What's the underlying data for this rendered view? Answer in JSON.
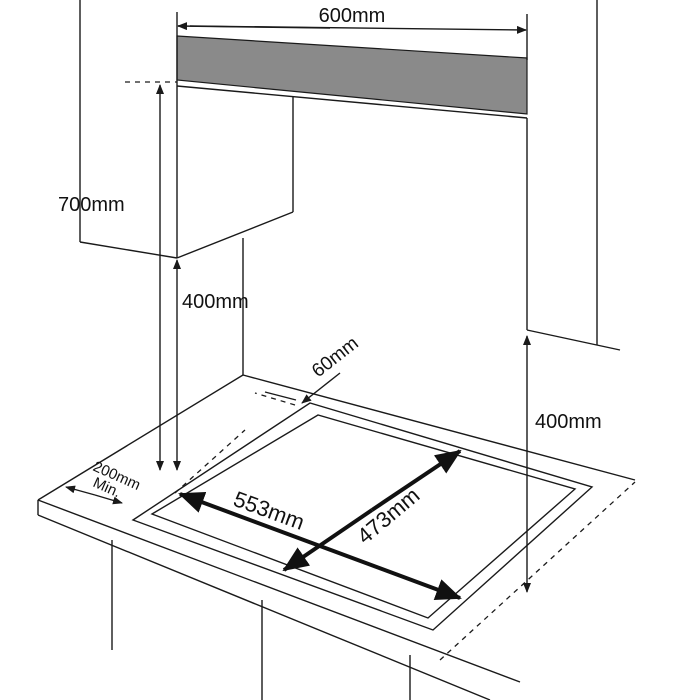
{
  "labels": {
    "hood_width": "600mm",
    "hood_height": "700mm",
    "cabinet_clearance": "400mm",
    "back_clearance": "60mm",
    "side_clearance": "400mm",
    "front_clearance": "200mm",
    "front_clearance_note": "Min.",
    "cutout_width": "553mm",
    "cutout_depth": "473mm"
  },
  "colors": {
    "hood": "#8a8a8a",
    "line": "#1a1a1a"
  }
}
